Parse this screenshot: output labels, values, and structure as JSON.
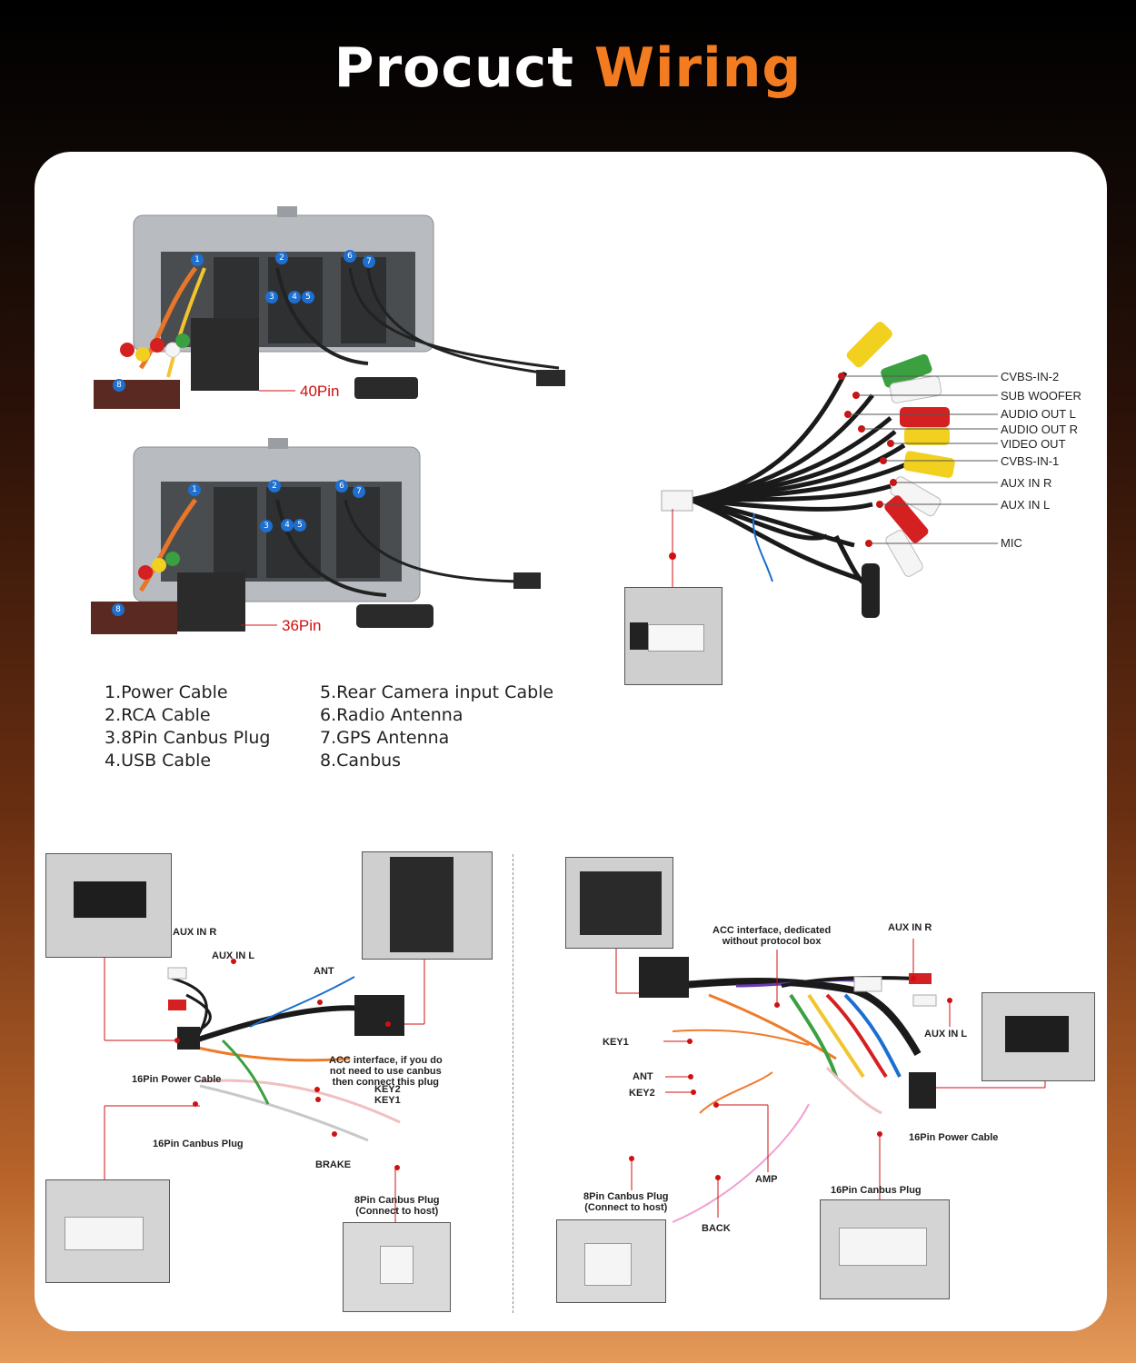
{
  "header": {
    "title_white": "Procuct",
    "title_orange": "Wiring",
    "accent": "#f47c20"
  },
  "radio_top": {
    "pin_label": "40Pin",
    "badges": [
      "1",
      "2",
      "3",
      "4",
      "5",
      "6",
      "7",
      "8"
    ]
  },
  "radio_bottom": {
    "pin_label": "36Pin",
    "badges": [
      "1",
      "2",
      "3",
      "4",
      "5",
      "6",
      "7",
      "8"
    ]
  },
  "legend": {
    "left": [
      "1.Power Cable",
      "2.RCA Cable",
      "3.8Pin Canbus Plug",
      "4.USB Cable"
    ],
    "right": [
      "5.Rear Camera input Cable",
      "6.Radio Antenna",
      "7.GPS Antenna",
      "8.Canbus"
    ]
  },
  "rca": {
    "labels": [
      "CVBS-IN-2",
      "SUB WOOFER",
      "AUDIO OUT L",
      "AUDIO OUT R",
      "VIDEO OUT",
      "CVBS-IN-1",
      "AUX IN R",
      "AUX IN L",
      "MIC"
    ]
  },
  "harness_left": {
    "aux_in_r": "AUX IN R",
    "aux_in_l": "AUX IN L",
    "ant": "ANT",
    "acc_line1": "ACC interface, if you do",
    "acc_line2": "not need to use canbus",
    "acc_line3": "then connect this plug",
    "key2": "KEY2",
    "key1": "KEY1",
    "power_cable": "16Pin Power Cable",
    "canbus_16": "16Pin Canbus Plug",
    "brake": "BRAKE",
    "canbus_8_line1": "8Pin Canbus Plug",
    "canbus_8_line2": "(Connect to host)"
  },
  "harness_right": {
    "acc_line1": "ACC interface, dedicated",
    "acc_line2": "without protocol box",
    "aux_in_r": "AUX IN R",
    "aux_in_l": "AUX IN L",
    "key1": "KEY1",
    "ant": "ANT",
    "key2": "KEY2",
    "power_cable": "16Pin Power Cable",
    "amp": "AMP",
    "canbus_16": "16Pin Canbus Plug",
    "canbus_8_line1": "8Pin Canbus Plug",
    "canbus_8_line2": "(Connect to host)",
    "back": "BACK"
  }
}
